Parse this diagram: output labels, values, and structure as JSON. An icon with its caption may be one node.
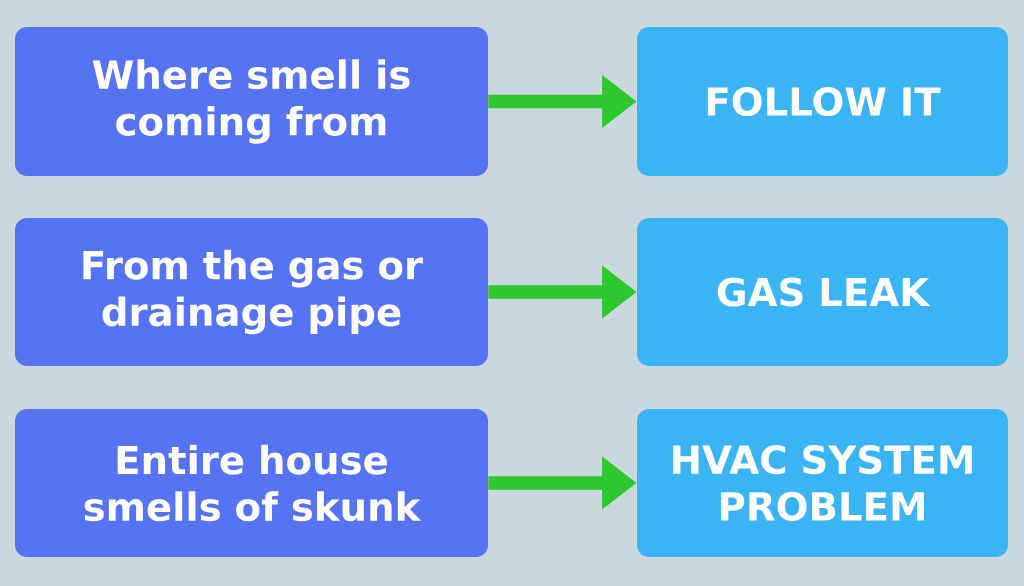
{
  "diagram": {
    "nodes": [
      {
        "text": [
          "Where smell is coming from"
        ]
      },
      {
        "text": [
          "FOLLOW IT"
        ]
      },
      {
        "text": [
          "From the gas or drainage pipe"
        ]
      },
      {
        "text": [
          "GAS LEAK"
        ]
      },
      {
        "text": [
          "Entire house smells of skunk"
        ]
      },
      {
        "text": [
          "HVAC SYSTEM PROBLEM"
        ]
      }
    ],
    "edges": [
      {
        "from": 0,
        "to": 1,
        "arrow": "to"
      },
      {
        "from": 2,
        "to": 3,
        "arrow": "to"
      },
      {
        "from": 4,
        "to": 5,
        "arrow": "to"
      }
    ]
  }
}
